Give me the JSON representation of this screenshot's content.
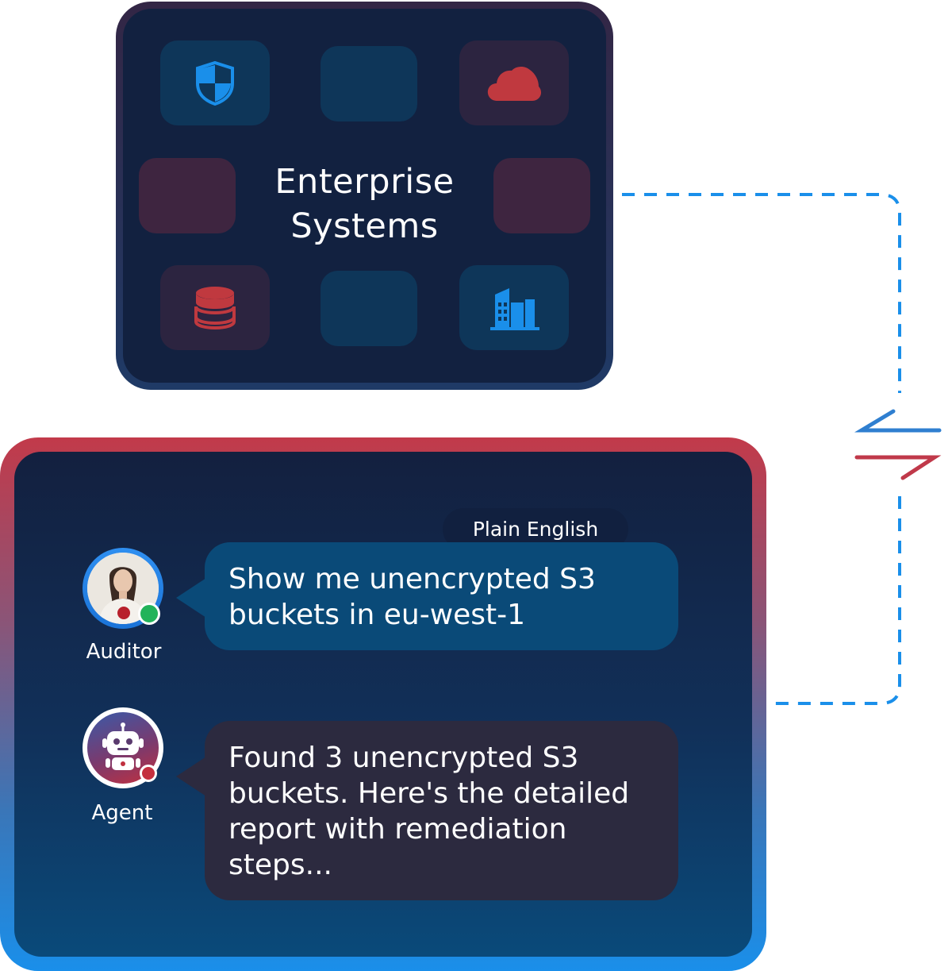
{
  "enterprise": {
    "title_line1": "Enterprise",
    "title_line2": "Systems",
    "icons": [
      "shield-icon",
      "cloud-icon",
      "database-icon",
      "building-icon"
    ]
  },
  "chat": {
    "pill_label": "Plain English",
    "messages": [
      {
        "role": "Auditor",
        "text": "Show me unencrypted S3 buckets in eu-west-1",
        "status": "online"
      },
      {
        "role": "Agent",
        "text": "Found 3 unencrypted S3 buckets. Here's the detailed report with remediation steps...",
        "status": "busy"
      }
    ]
  },
  "colors": {
    "accent_blue": "#1a8fea",
    "accent_red": "#c23a4a",
    "card_bg": "#122140",
    "user_bubble": "#0a4a78",
    "agent_bubble": "#2c2a3f",
    "online": "#22b35a"
  }
}
